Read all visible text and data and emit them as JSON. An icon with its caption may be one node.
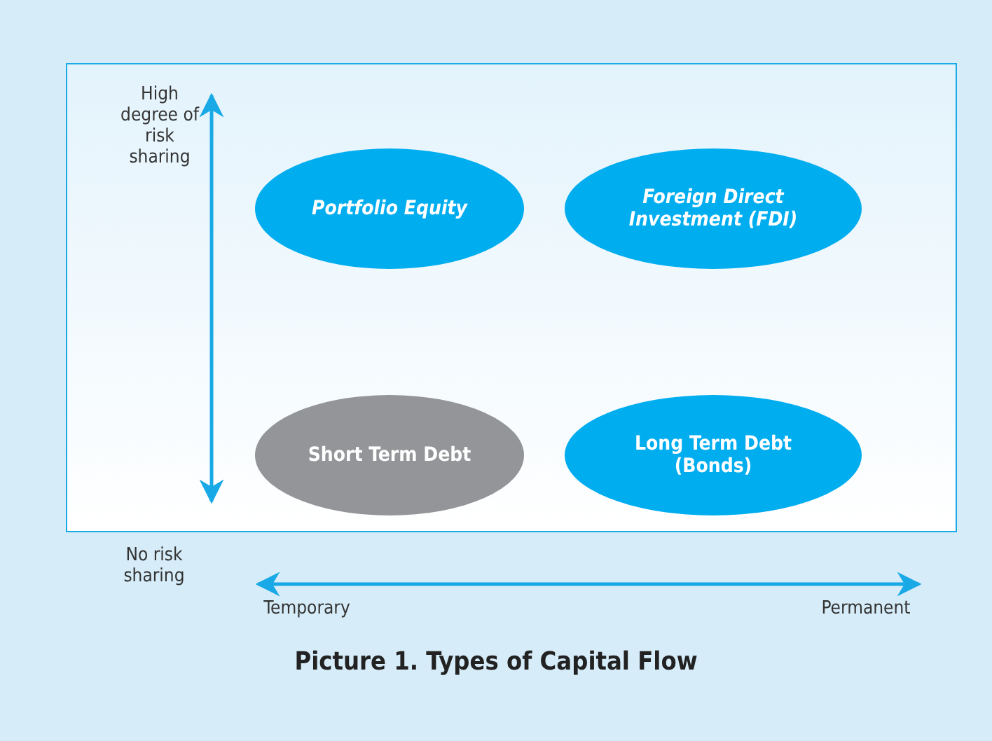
{
  "diagram": {
    "caption": "Picture 1. Types of Capital Flow",
    "nodes": [
      {
        "text": [
          "Portfolio Equity"
        ]
      },
      {
        "text": [
          "Foreign Direct Investment (FDI)"
        ]
      },
      {
        "text": [
          "Short Term Debt"
        ]
      },
      {
        "text": [
          "Long Term Debt (Bonds)"
        ]
      }
    ],
    "edges": [],
    "labels": [
      "High degree of risk sharing",
      "No risk sharing",
      "Temporary",
      "Permanent"
    ]
  }
}
